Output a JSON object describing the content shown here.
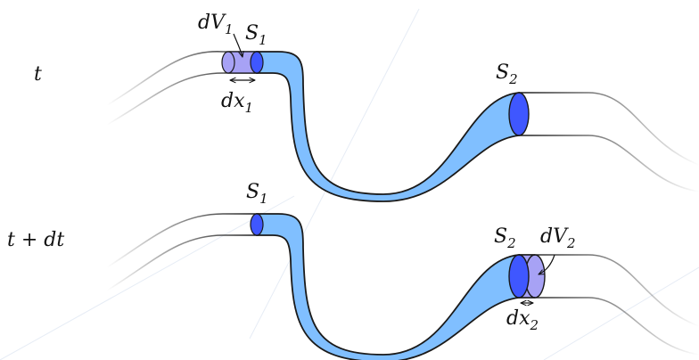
{
  "panels": [
    {
      "time_label": "t",
      "s1": {
        "base": "S",
        "sub": "1"
      },
      "s2": {
        "base": "S",
        "sub": "2"
      },
      "dv": {
        "base": "dV",
        "sub": "1"
      },
      "dx": {
        "base": "dx",
        "sub": "1"
      }
    },
    {
      "time_label": "t + dt",
      "s1": {
        "base": "S",
        "sub": "1"
      },
      "s2": {
        "base": "S",
        "sub": "2"
      },
      "dv": {
        "base": "dV",
        "sub": "2"
      },
      "dx": {
        "base": "dx",
        "sub": "2"
      }
    }
  ],
  "colors": {
    "fluid": "#80bfff",
    "section": "#3f57ff",
    "element": "#a7a2f5",
    "wall": "#1a1a1a",
    "watermark": "#e6ecf5"
  }
}
